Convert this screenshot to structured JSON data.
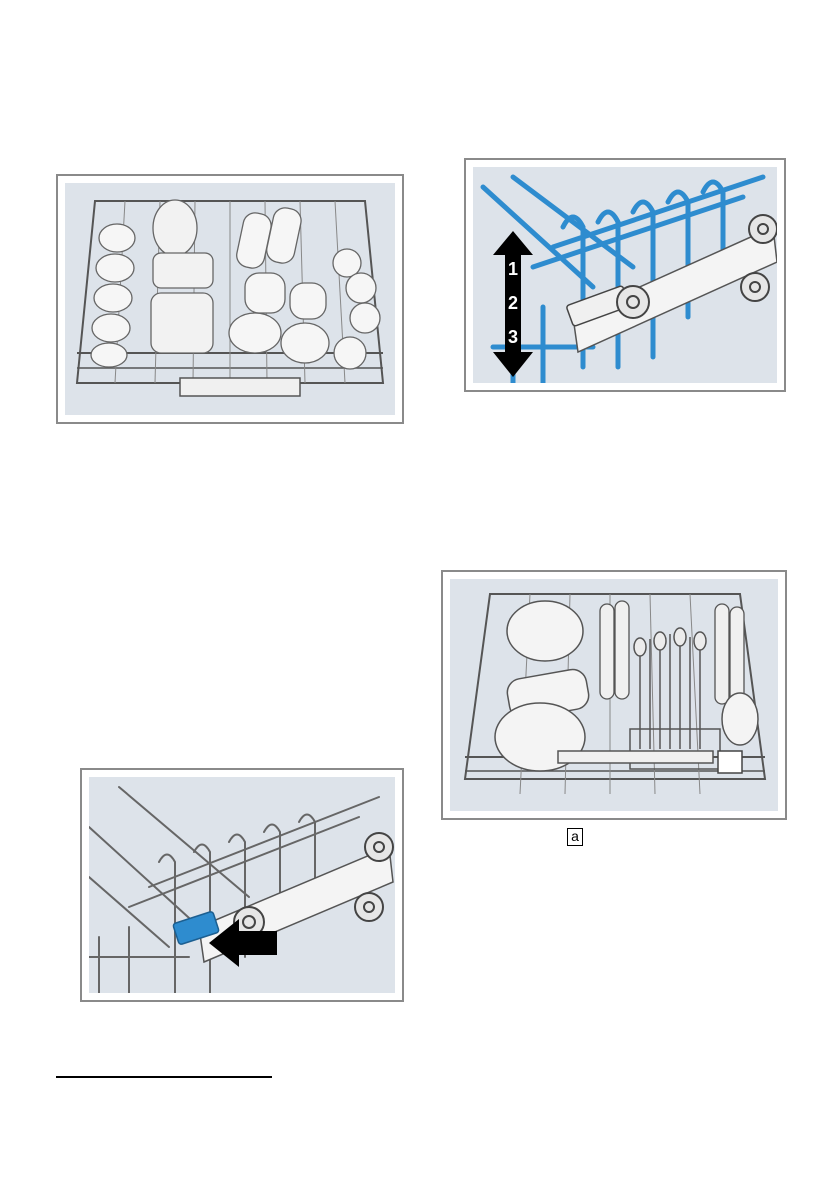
{
  "figures": {
    "height_adjust_steps": [
      "1",
      "2",
      "3"
    ]
  },
  "callout": {
    "label": "a"
  },
  "colors": {
    "panel_background": "#dde3ea",
    "frame_border": "#8a8a8a",
    "rack_wire_blue": "#2e8ccf",
    "lever_highlight": "#2e8ccf",
    "arrow": "#000000"
  }
}
